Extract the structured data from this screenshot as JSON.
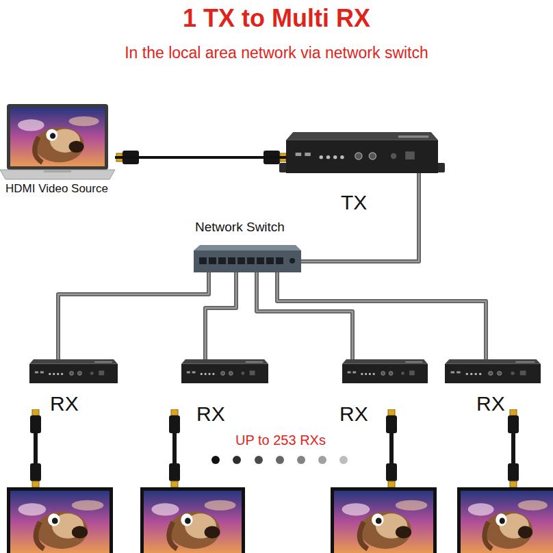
{
  "diagram": {
    "title": "1 TX to Multi RX",
    "nodes": [
      {
        "text": [
          "HDMI Video Source"
        ]
      },
      {
        "text": [
          "TX"
        ]
      },
      {
        "text": [
          "Network Switch"
        ]
      },
      {
        "text": [
          "RX"
        ]
      },
      {
        "text": [
          "RX"
        ]
      },
      {
        "text": [
          "RX"
        ]
      },
      {
        "text": [
          "RX"
        ]
      }
    ],
    "edges": [
      {
        "from": 0,
        "to": 1,
        "arrow": "none"
      },
      {
        "from": 1,
        "to": 2,
        "arrow": "none"
      },
      {
        "from": 2,
        "to": 3,
        "arrow": "none"
      },
      {
        "from": 2,
        "to": 4,
        "arrow": "none"
      },
      {
        "from": 2,
        "to": 5,
        "arrow": "none"
      },
      {
        "from": 2,
        "to": 6,
        "arrow": "none"
      }
    ],
    "labels": [
      "In the local area network via network switch",
      "UP to 253 RXs"
    ]
  }
}
